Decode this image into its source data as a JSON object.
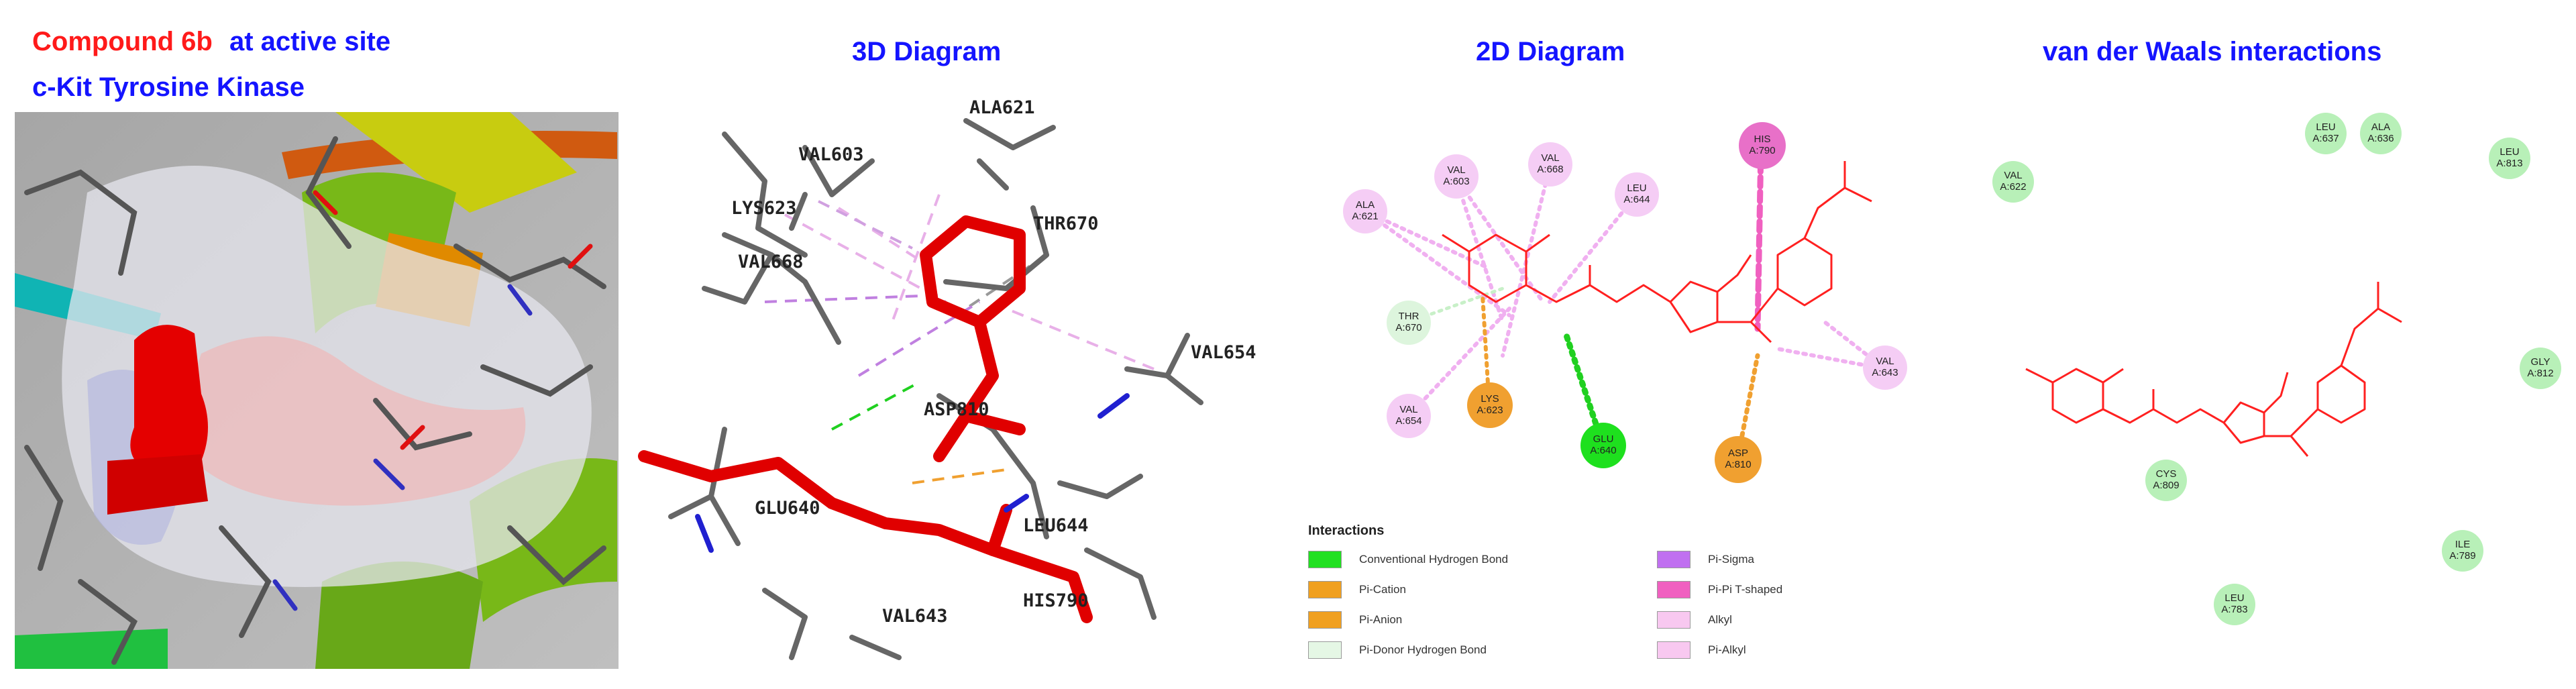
{
  "panel1": {
    "title_line1_a": "Compound 6b",
    "title_line1_b": "at active site",
    "title_line2": "c-Kit Tyrosine Kinase"
  },
  "panel2": {
    "title": "3D Diagram",
    "residue_labels": [
      "ALA621",
      "VAL603",
      "LYS623",
      "THR670",
      "VAL668",
      "VAL654",
      "ASP810",
      "GLU640",
      "LEU644",
      "HIS790",
      "VAL643"
    ]
  },
  "panel3": {
    "title": "2D Diagram",
    "residues": [
      {
        "name": "VAL",
        "id": "A:603"
      },
      {
        "name": "VAL",
        "id": "A:668"
      },
      {
        "name": "HIS",
        "id": "A:790"
      },
      {
        "name": "LEU",
        "id": "A:644"
      },
      {
        "name": "ALA",
        "id": "A:621"
      },
      {
        "name": "THR",
        "id": "A:670"
      },
      {
        "name": "VAL",
        "id": "A:654"
      },
      {
        "name": "LYS",
        "id": "A:623"
      },
      {
        "name": "GLU",
        "id": "A:640"
      },
      {
        "name": "ASP",
        "id": "A:810"
      },
      {
        "name": "VAL",
        "id": "A:643"
      }
    ],
    "residue_colors": {
      "alkyl": "#f5cdf5",
      "pi_pi": "#e870c8",
      "pi_cation": "#f0a030",
      "hbond": "#1ee01e",
      "pi_donor": "#ddf5dd"
    },
    "legend": {
      "title": "Interactions",
      "items": [
        {
          "label": "Conventional Hydrogen Bond",
          "color": "#22e022"
        },
        {
          "label": "Pi-Cation",
          "color": "#f0a020"
        },
        {
          "label": "Pi-Anion",
          "color": "#f0a020"
        },
        {
          "label": "Pi-Donor Hydrogen Bond",
          "color": "#e5f7e5"
        },
        {
          "label": "Pi-Sigma",
          "color": "#c070f0"
        },
        {
          "label": "Pi-Pi T-shaped",
          "color": "#f060c0"
        },
        {
          "label": "Alkyl",
          "color": "#f8c8f0"
        },
        {
          "label": "Pi-Alkyl",
          "color": "#f8c8f0"
        }
      ]
    }
  },
  "panel4": {
    "title": "van der Waals interactions",
    "residues": [
      {
        "name": "VAL",
        "id": "A:622"
      },
      {
        "name": "LEU",
        "id": "A:637"
      },
      {
        "name": "ALA",
        "id": "A:636"
      },
      {
        "name": "LEU",
        "id": "A:813"
      },
      {
        "name": "GLY",
        "id": "A:812"
      },
      {
        "name": "CYS",
        "id": "A:809"
      },
      {
        "name": "ILE",
        "id": "A:789"
      },
      {
        "name": "LEU",
        "id": "A:783"
      }
    ],
    "residue_color": "#b8f0b8"
  }
}
